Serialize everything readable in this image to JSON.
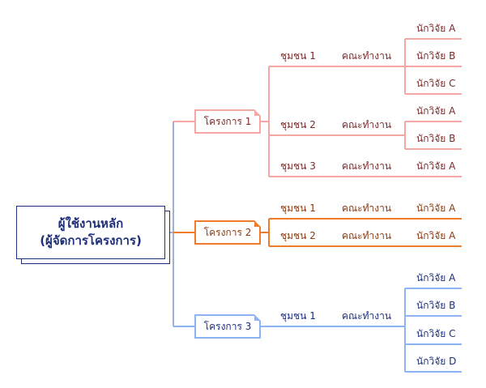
{
  "root": {
    "line1": "ผู้ใช้งานหลัก",
    "line2": "(ผู้จัดการโครงการ)"
  },
  "colors": {
    "project1": "#f4a7a3",
    "project2": "#ef7b2d",
    "project3": "#8fb4f5",
    "root": "#1d2f7a"
  },
  "projects": [
    {
      "label": "โครงการ 1",
      "communities": [
        {
          "name": "ชุมชน 1",
          "team": "คณะทำงาน",
          "researchers": [
            "นักวิจัย A",
            "นักวิจัย B",
            "นักวิจัย C"
          ]
        },
        {
          "name": "ชุมชน 2",
          "team": "คณะทำงาน",
          "researchers": [
            "นักวิจัย A",
            "นักวิจัย B"
          ]
        },
        {
          "name": "ชุมชน 3",
          "team": "คณะทำงาน",
          "researchers": [
            "นักวิจัย A"
          ]
        }
      ]
    },
    {
      "label": "โครงการ 2",
      "communities": [
        {
          "name": "ชุมชน 1",
          "team": "คณะทำงาน",
          "researchers": [
            "นักวิจัย A"
          ]
        },
        {
          "name": "ชุมชน 2",
          "team": "คณะทำงาน",
          "researchers": [
            "นักวิจัย A"
          ]
        }
      ]
    },
    {
      "label": "โครงการ 3",
      "communities": [
        {
          "name": "ชุมชน 1",
          "team": "คณะทำงาน",
          "researchers": [
            "นักวิจัย A",
            "นักวิจัย B",
            "นักวิจัย C",
            "นักวิจัย D"
          ]
        }
      ]
    }
  ]
}
